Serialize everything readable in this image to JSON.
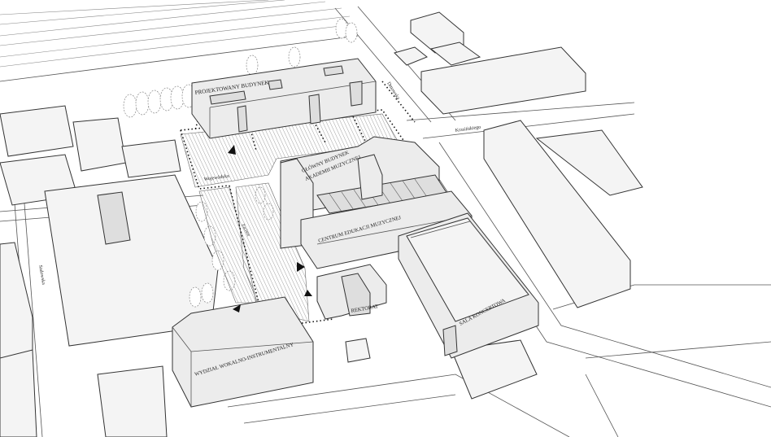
{
  "labels": {
    "projected_building": "PROJEKTOWANY BUDYNEK",
    "main_building_line1": "GŁÓWNY BUDYNEK",
    "main_building_line2": "AKADEMII MUZYCZNEJ",
    "music_education_center": "CENTRUM EDUKACJI MUZYCZNEJ",
    "concert_hall": "SALA KONCERTOWA",
    "rectorate": "REKTORAT",
    "vocal_faculty": "WYDZIAŁ WOKALNO-INSTRUMENTALNY"
  },
  "streets": {
    "dmowska": "Dmowska",
    "krasinskiego": "Krasińskiego",
    "wojewodzka": "Wojewódzka",
    "zacisze": "Zacisze",
    "sadowska": "Sadowska"
  }
}
